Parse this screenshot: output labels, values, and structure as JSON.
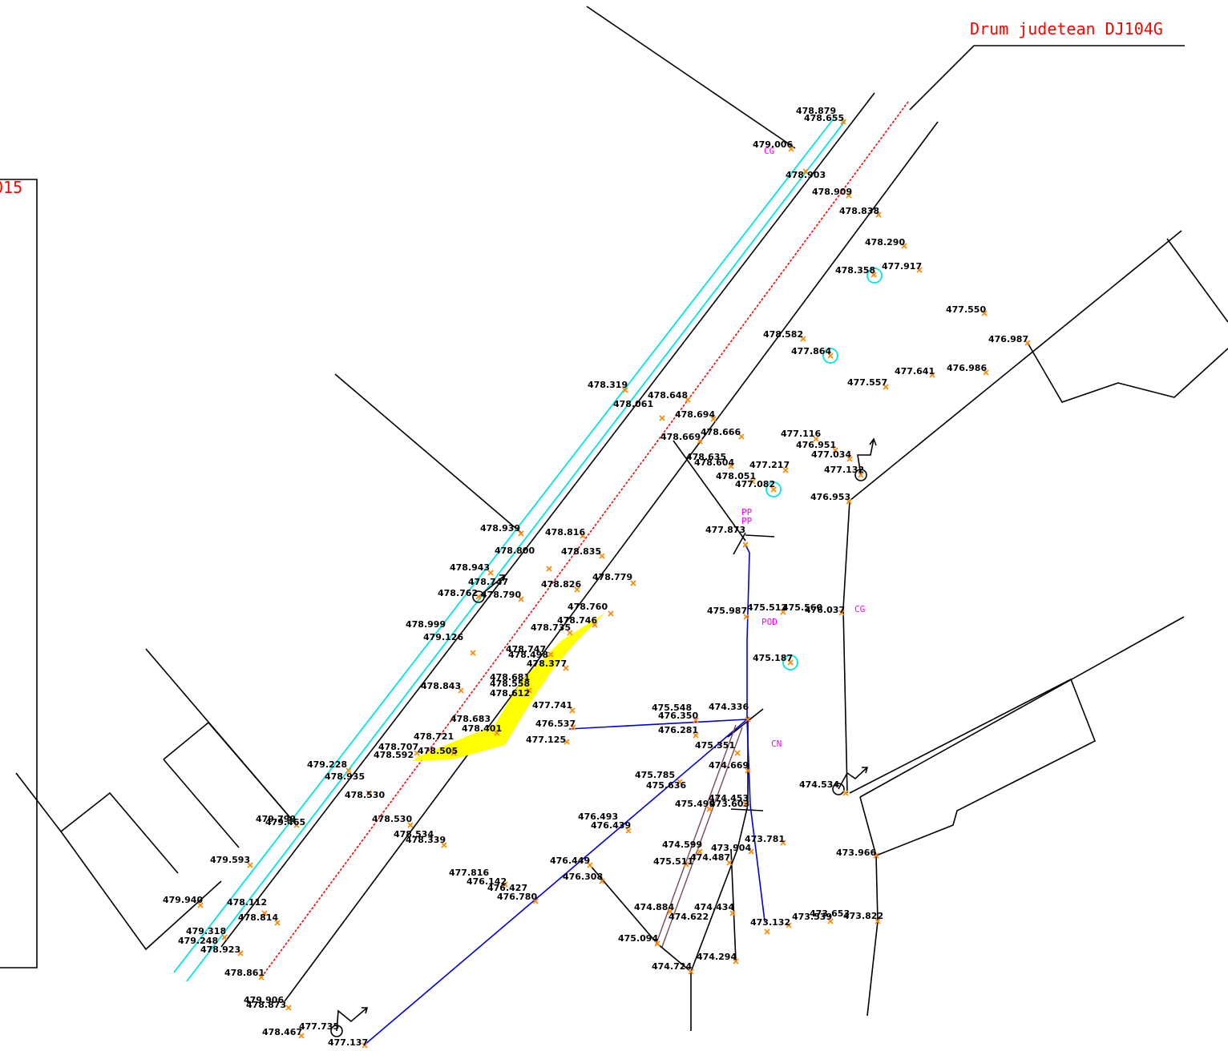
{
  "road_labels": {
    "main": "Drum judetean DJ104G",
    "left_partial": "015"
  },
  "colors": {
    "boundary": "#000000",
    "curb": "#00e5e5",
    "axis": "#ff0000",
    "pipe": "#0000dd",
    "culvert": "#7a4a50",
    "asphalt_patch": "#ffff00",
    "point": "#ff8800",
    "code": "#ff00ff"
  },
  "point_codes": [
    {
      "id": "cg1",
      "text": "CG"
    },
    {
      "id": "pp1",
      "text": "PP"
    },
    {
      "id": "pp2",
      "text": "PP"
    },
    {
      "id": "pod",
      "text": "POD"
    },
    {
      "id": "cg2",
      "text": "CG"
    },
    {
      "id": "cn",
      "text": "CN"
    }
  ],
  "elevations": [
    {
      "id": "e1",
      "text": "478.879"
    },
    {
      "id": "e2",
      "text": "478.655"
    },
    {
      "id": "e3",
      "text": "479.006"
    },
    {
      "id": "e4",
      "text": "478.903"
    },
    {
      "id": "e5",
      "text": "478.909"
    },
    {
      "id": "e6",
      "text": "478.838"
    },
    {
      "id": "e7",
      "text": "478.290"
    },
    {
      "id": "e8",
      "text": "478.358"
    },
    {
      "id": "e9",
      "text": "477.917"
    },
    {
      "id": "e10",
      "text": "477.550"
    },
    {
      "id": "e11",
      "text": "476.987"
    },
    {
      "id": "e12",
      "text": "478.582"
    },
    {
      "id": "e13",
      "text": "477.864"
    },
    {
      "id": "e14",
      "text": "477.641"
    },
    {
      "id": "e15",
      "text": "476.986"
    },
    {
      "id": "e16",
      "text": "477.557"
    },
    {
      "id": "e17",
      "text": "478.319"
    },
    {
      "id": "e18",
      "text": "478.648"
    },
    {
      "id": "e19",
      "text": "478.061"
    },
    {
      "id": "e20",
      "text": "478.694"
    },
    {
      "id": "e21",
      "text": "478.669"
    },
    {
      "id": "e22",
      "text": "478.666"
    },
    {
      "id": "e23",
      "text": "477.116"
    },
    {
      "id": "e24",
      "text": "476.951"
    },
    {
      "id": "e25",
      "text": "477.034"
    },
    {
      "id": "e26",
      "text": "478.635"
    },
    {
      "id": "e27",
      "text": "478.604"
    },
    {
      "id": "e28",
      "text": "477.217"
    },
    {
      "id": "e29",
      "text": "477.132"
    },
    {
      "id": "e30",
      "text": "478.051"
    },
    {
      "id": "e31",
      "text": "477.082"
    },
    {
      "id": "e32",
      "text": "476.953"
    },
    {
      "id": "e33",
      "text": "478.939"
    },
    {
      "id": "e34",
      "text": "478.816"
    },
    {
      "id": "e35",
      "text": "477.873"
    },
    {
      "id": "e36",
      "text": "478.800"
    },
    {
      "id": "e37",
      "text": "478.835"
    },
    {
      "id": "e38",
      "text": "478.943"
    },
    {
      "id": "e39",
      "text": "478.747"
    },
    {
      "id": "e40",
      "text": "478.826"
    },
    {
      "id": "e41",
      "text": "478.779"
    },
    {
      "id": "e42",
      "text": "478.762"
    },
    {
      "id": "e43",
      "text": "478.790"
    },
    {
      "id": "e44",
      "text": "478.760"
    },
    {
      "id": "e45",
      "text": "478.746"
    },
    {
      "id": "e46",
      "text": "478.735"
    },
    {
      "id": "e47",
      "text": "475.987"
    },
    {
      "id": "e48",
      "text": "475.512"
    },
    {
      "id": "e49",
      "text": "475.560"
    },
    {
      "id": "e50",
      "text": "476.037"
    },
    {
      "id": "e51",
      "text": "478.999"
    },
    {
      "id": "e52",
      "text": "479.126"
    },
    {
      "id": "e53",
      "text": "478.747"
    },
    {
      "id": "e54",
      "text": "478.498"
    },
    {
      "id": "e55",
      "text": "478.377"
    },
    {
      "id": "e56",
      "text": "475.187"
    },
    {
      "id": "e57",
      "text": "478.843"
    },
    {
      "id": "e58",
      "text": "478.681"
    },
    {
      "id": "e59",
      "text": "478.558"
    },
    {
      "id": "e60",
      "text": "478.612"
    },
    {
      "id": "e61",
      "text": "477.741"
    },
    {
      "id": "e62",
      "text": "475.548"
    },
    {
      "id": "e63",
      "text": "474.336"
    },
    {
      "id": "e64",
      "text": "476.350"
    },
    {
      "id": "e65",
      "text": "478.683"
    },
    {
      "id": "e66",
      "text": "476.537"
    },
    {
      "id": "e67",
      "text": "478.401"
    },
    {
      "id": "e68",
      "text": "476.281"
    },
    {
      "id": "e69",
      "text": "478.721"
    },
    {
      "id": "e70",
      "text": "477.125"
    },
    {
      "id": "e71",
      "text": "478.707"
    },
    {
      "id": "e72",
      "text": "478.592"
    },
    {
      "id": "e73",
      "text": "478.505"
    },
    {
      "id": "e74",
      "text": "475.351"
    },
    {
      "id": "e75",
      "text": "474.669"
    },
    {
      "id": "e76",
      "text": "479.228"
    },
    {
      "id": "e77",
      "text": "478.935"
    },
    {
      "id": "e78",
      "text": "475.785"
    },
    {
      "id": "e79",
      "text": "475.636"
    },
    {
      "id": "e80",
      "text": "478.530"
    },
    {
      "id": "e81",
      "text": "474.453"
    },
    {
      "id": "e82",
      "text": "475.499"
    },
    {
      "id": "e83",
      "text": "473.603"
    },
    {
      "id": "e84",
      "text": "474.534"
    },
    {
      "id": "e85",
      "text": "479.799"
    },
    {
      "id": "e86",
      "text": "479.465"
    },
    {
      "id": "e87",
      "text": "478.530"
    },
    {
      "id": "e88",
      "text": "476.493"
    },
    {
      "id": "e89",
      "text": "476.439"
    },
    {
      "id": "e90",
      "text": "478.534"
    },
    {
      "id": "e91",
      "text": "478.339"
    },
    {
      "id": "e92",
      "text": "473.781"
    },
    {
      "id": "e93",
      "text": "474.599"
    },
    {
      "id": "e94",
      "text": "473.904"
    },
    {
      "id": "e95",
      "text": "473.966"
    },
    {
      "id": "e96",
      "text": "479.593"
    },
    {
      "id": "e97",
      "text": "475.511"
    },
    {
      "id": "e98",
      "text": "474.487"
    },
    {
      "id": "e99",
      "text": "476.449"
    },
    {
      "id": "e100",
      "text": "477.816"
    },
    {
      "id": "e101",
      "text": "476.308"
    },
    {
      "id": "e102",
      "text": "476.142"
    },
    {
      "id": "e103",
      "text": "476.427"
    },
    {
      "id": "e104",
      "text": "476.780"
    },
    {
      "id": "e105",
      "text": "479.940"
    },
    {
      "id": "e106",
      "text": "478.112"
    },
    {
      "id": "e107",
      "text": "478.814"
    },
    {
      "id": "e108",
      "text": "474.884"
    },
    {
      "id": "e109",
      "text": "474.434"
    },
    {
      "id": "e110",
      "text": "474.622"
    },
    {
      "id": "e111",
      "text": "473.132"
    },
    {
      "id": "e112",
      "text": "473.539"
    },
    {
      "id": "e113",
      "text": "473.653"
    },
    {
      "id": "e114",
      "text": "473.822"
    },
    {
      "id": "e115",
      "text": "479.318"
    },
    {
      "id": "e116",
      "text": "479.248"
    },
    {
      "id": "e117",
      "text": "478.923"
    },
    {
      "id": "e118",
      "text": "475.094"
    },
    {
      "id": "e119",
      "text": "474.294"
    },
    {
      "id": "e120",
      "text": "474.724"
    },
    {
      "id": "e121",
      "text": "478.861"
    },
    {
      "id": "e122",
      "text": "479.906"
    },
    {
      "id": "e123",
      "text": "478.873"
    },
    {
      "id": "e124",
      "text": "477.735"
    },
    {
      "id": "e125",
      "text": "478.467"
    },
    {
      "id": "e126",
      "text": "477.137"
    }
  ]
}
